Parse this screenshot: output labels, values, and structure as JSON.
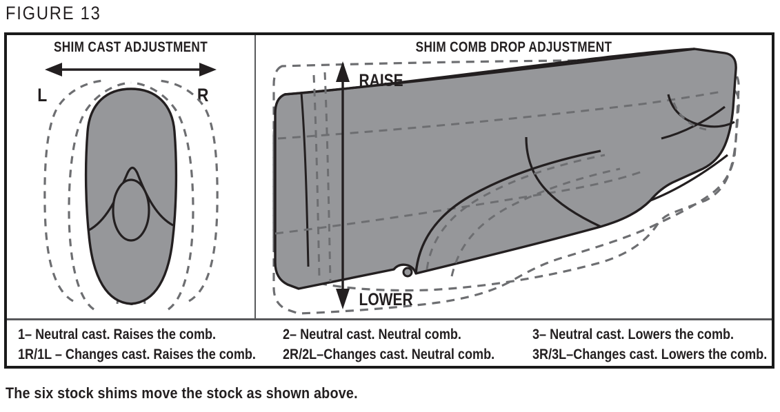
{
  "figure": {
    "title": "FIGURE 13",
    "bottom_caption": "The six stock shims move the stock as shown above."
  },
  "panels": {
    "cast": {
      "heading": "SHIM CAST ADJUSTMENT",
      "label_left": "L",
      "label_right": "R",
      "arrow": "double-horizontal-arrow",
      "description": "Rear view of gun stock cross-section with dashed outlines showing left and right cast offsets"
    },
    "comb": {
      "heading": "SHIM COMB DROP ADJUSTMENT",
      "label_up": "RAISE",
      "label_down": "LOWER",
      "arrow": "double-vertical-arrow",
      "description": "Side profile of gun stock with dashed outlines showing raised and lowered comb positions"
    }
  },
  "legend": {
    "columns": [
      {
        "lines": [
          "1– Neutral cast. Raises the comb.",
          "1R/1L – Changes cast. Raises the comb."
        ]
      },
      {
        "lines": [
          "2– Neutral cast. Neutral comb.",
          "2R/2L–Changes cast. Neutral comb."
        ]
      },
      {
        "lines": [
          "3– Neutral cast. Lowers the comb.",
          "3R/3L–Changes cast. Lowers the comb."
        ]
      }
    ]
  },
  "colors": {
    "stock_fill": "#96979a",
    "outline": "#231f20",
    "dashed_outline": "#6d6e71",
    "border": "#1a1a1a",
    "divider": "#58595b",
    "text": "#231f20",
    "background": "#ffffff"
  }
}
